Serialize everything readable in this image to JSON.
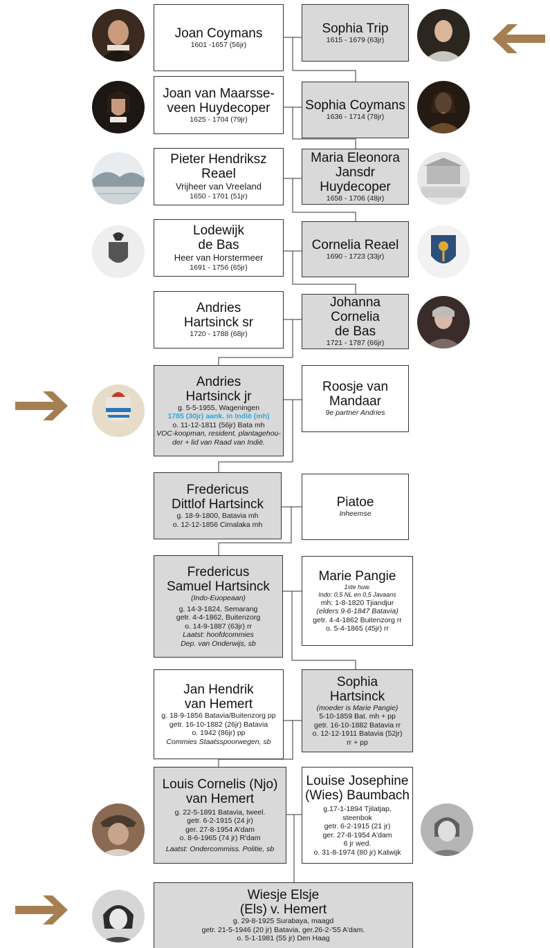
{
  "colors": {
    "grey_box": "#d9d9d9",
    "arrow": "#a57f52",
    "highlight": "#2aa8e0"
  },
  "gen1": {
    "left": {
      "name": "Joan Coymans",
      "lines": [
        "1601 -1657 (56jr)"
      ]
    },
    "right": {
      "name": "Sophia Trip",
      "lines": [
        "1615 - 1679 (63jr)"
      ]
    }
  },
  "gen2": {
    "left": {
      "name1": "Joan van Maarsse-",
      "name2": "veen Huydecoper",
      "lines": [
        "1625 - 1704 (79jr)"
      ]
    },
    "right": {
      "name": "Sophia Coymans",
      "lines": [
        "1636 - 1714 (78jr)"
      ]
    }
  },
  "gen3": {
    "left": {
      "name1": "Pieter Hendriksz",
      "name2": "Reael",
      "title": "Vrijheer van Vreeland",
      "lines": [
        "1650 - 1701 (51jr)"
      ]
    },
    "right": {
      "name1": "Maria Eleonora",
      "name2": "Jansdr Huydecoper",
      "lines": [
        "1658 - 1706 (48jr)"
      ]
    }
  },
  "gen4": {
    "left": {
      "name1": "Lodewijk",
      "name2": "de Bas",
      "title": "Heer van Horstermeer",
      "lines": [
        "1691 - 1756 (65jr)"
      ]
    },
    "right": {
      "name": "Cornelia Reael",
      "lines": [
        "1690 - 1723 (33jr)"
      ]
    }
  },
  "gen5": {
    "left": {
      "name1": "Andries",
      "name2": "Hartsinck sr",
      "lines": [
        "1720 - 1788 (68jr)"
      ]
    },
    "right": {
      "name1": "Johanna Cornelia",
      "name2": "de Bas",
      "lines": [
        "1721 - 1787 (66jr)"
      ]
    }
  },
  "gen6": {
    "left": {
      "name1": "Andries",
      "name2": "Hartsinck jr",
      "lines": [
        "g. 5-5-1955, Wageningen",
        "1785 (30jr) aank. in Indië (mh)",
        "o. 11-12-1811 (56jr) Bata mh",
        "VOC-koopman, resident, plantagehou-",
        "der + lid van Raad van Indië."
      ]
    },
    "right": {
      "name1": "Roosje van",
      "name2": "Mandaar",
      "note": "9e partner Andries"
    }
  },
  "gen7": {
    "left": {
      "name1": "Fredericus",
      "name2": "Dittlof Hartsinck",
      "lines": [
        "g. 18-9-1800, Batavia mh",
        "o. 12-12-1856 Cimalaka mh"
      ]
    },
    "right": {
      "name": "Piatoe",
      "note": "Inheemse"
    }
  },
  "gen8": {
    "left": {
      "name1": "Fredericus",
      "name2": "Samuel Hartsinck",
      "sub": "(Indo-Euopeaan)",
      "lines": [
        "g. 14-3-1824, Semarang",
        "getr. 4-4-1862, Buitenzorg",
        "o. 14-9-1887 (63jr) rr"
      ],
      "notes": [
        "Laatst: hoofdcommies",
        "Dep. van Onderwijs, sb"
      ]
    },
    "right": {
      "name": "Marie Pangie",
      "sub1": "1ste huw.",
      "sub2": "Indo: 0,5 NL en 0,5 Javaans",
      "lines": [
        "mh: 1-8-1820 Tjiandjur",
        "(elders 9-6-1847 Batavia)",
        "getr. 4-4-1862 Buitenzorg rr",
        "o. 5-4-1865 (45jr) rr"
      ]
    }
  },
  "gen9": {
    "left": {
      "name1": "Jan Hendrik",
      "name2": "van Hemert",
      "lines": [
        "g. 18-9-1856 Batavia/Buitenzorg pp",
        "getr. 16-10-1882 (26jr) Batavia",
        "o. 1942 (86jr) pp"
      ],
      "note": "Commies Staatsspoorwegen, sb"
    },
    "right": {
      "name1": "Sophia",
      "name2": "Hartsinck",
      "sub": "(moeder is Marie Pangie)",
      "lines": [
        "5-10-1859 Bat. mh + pp",
        "getr. 16-10-1882 Batavia rr",
        "o. 12-12-1911 Batavia (52jr)",
        "rr + pp"
      ]
    }
  },
  "gen10": {
    "left": {
      "name1": "Louis Cornelis (Njo)",
      "name2": "van Hemert",
      "lines": [
        "g. 22-5-1891 Batavia, tweel.",
        "getr. 6-2-1915 (24 jr)",
        "ger. 27-8-1954 A'dam",
        "o. 8-6-1965 (74 jr) R'dam"
      ],
      "note": "Laatst: Ondercommiss. Politie, sb"
    },
    "right": {
      "name1": "Louise Josephine",
      "name2": "(Wies) Baumbach",
      "lines": [
        "g.17-1-1894 Tjilatjap,",
        "steenbok",
        "getr. 6-2-1915 (21 jr)",
        "ger. 27-8-1954 A'dam",
        "6 jr wed.",
        "o. 31-8-1974 (80 jr) Katwijk"
      ]
    }
  },
  "gen11": {
    "name1": "Wiesje Elsje",
    "name2": "(Els) v. Hemert",
    "lines": [
      "g. 29-8-1925 Surabaya, maagd",
      "getr. 21-5-1946 (20 jr) Batavia, ger.26-2-'55 A'dam.",
      "o. 5-1-1981 (55 jr) Den Haag"
    ]
  }
}
